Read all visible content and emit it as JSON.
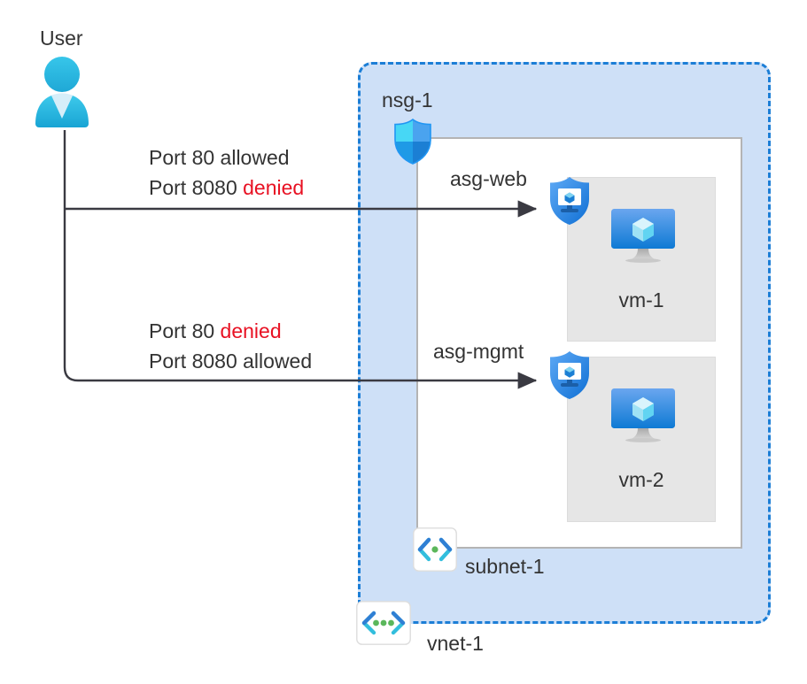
{
  "diagram": {
    "title": "Azure network security group and application security group diagram",
    "type": "network-architecture"
  },
  "actors": {
    "user": {
      "label": "User",
      "icon": "user-icon"
    }
  },
  "network": {
    "vnet": {
      "label": "vnet-1",
      "icon": "vnet-icon",
      "border_style": "dashed",
      "border_color": "#1c7ed6",
      "background_color": "#cee0f7"
    },
    "subnet": {
      "label": "subnet-1",
      "icon": "subnet-icon",
      "border_color": "#b4b4b4",
      "background_color": "#ffffff"
    },
    "nsg": {
      "label": "nsg-1",
      "icon": "shield-icon"
    }
  },
  "application_security_groups": [
    {
      "label": "asg-web",
      "icon": "asg-shield-icon",
      "vm": "vm-1"
    },
    {
      "label": "asg-mgmt",
      "icon": "asg-shield-icon",
      "vm": "vm-2"
    }
  ],
  "virtual_machines": [
    {
      "label": "vm-1",
      "icon": "vm-icon"
    },
    {
      "label": "vm-2",
      "icon": "vm-icon"
    }
  ],
  "traffic_rules": [
    {
      "target": "asg-web",
      "lines": [
        {
          "prefix": "Port 80 ",
          "action": "allowed",
          "action_state": "allow"
        },
        {
          "prefix": "Port 8080 ",
          "action": "denied",
          "action_state": "deny"
        }
      ]
    },
    {
      "target": "asg-mgmt",
      "lines": [
        {
          "prefix": "Port 80 ",
          "action": "denied",
          "action_state": "deny"
        },
        {
          "prefix": "Port 8080 ",
          "action": "allowed",
          "action_state": "allow"
        }
      ]
    }
  ],
  "colors": {
    "deny_text": "#e81123",
    "allow_text": "#333333",
    "body_text": "#333333",
    "arrow": "#3a3a42",
    "vnet_fill": "#cee0f7",
    "vnet_border": "#1c7ed6",
    "vm_box_fill": "#e6e6e6",
    "accent_blue": "#0078d4",
    "accent_cyan": "#32bedd",
    "accent_green": "#5bb75b"
  }
}
